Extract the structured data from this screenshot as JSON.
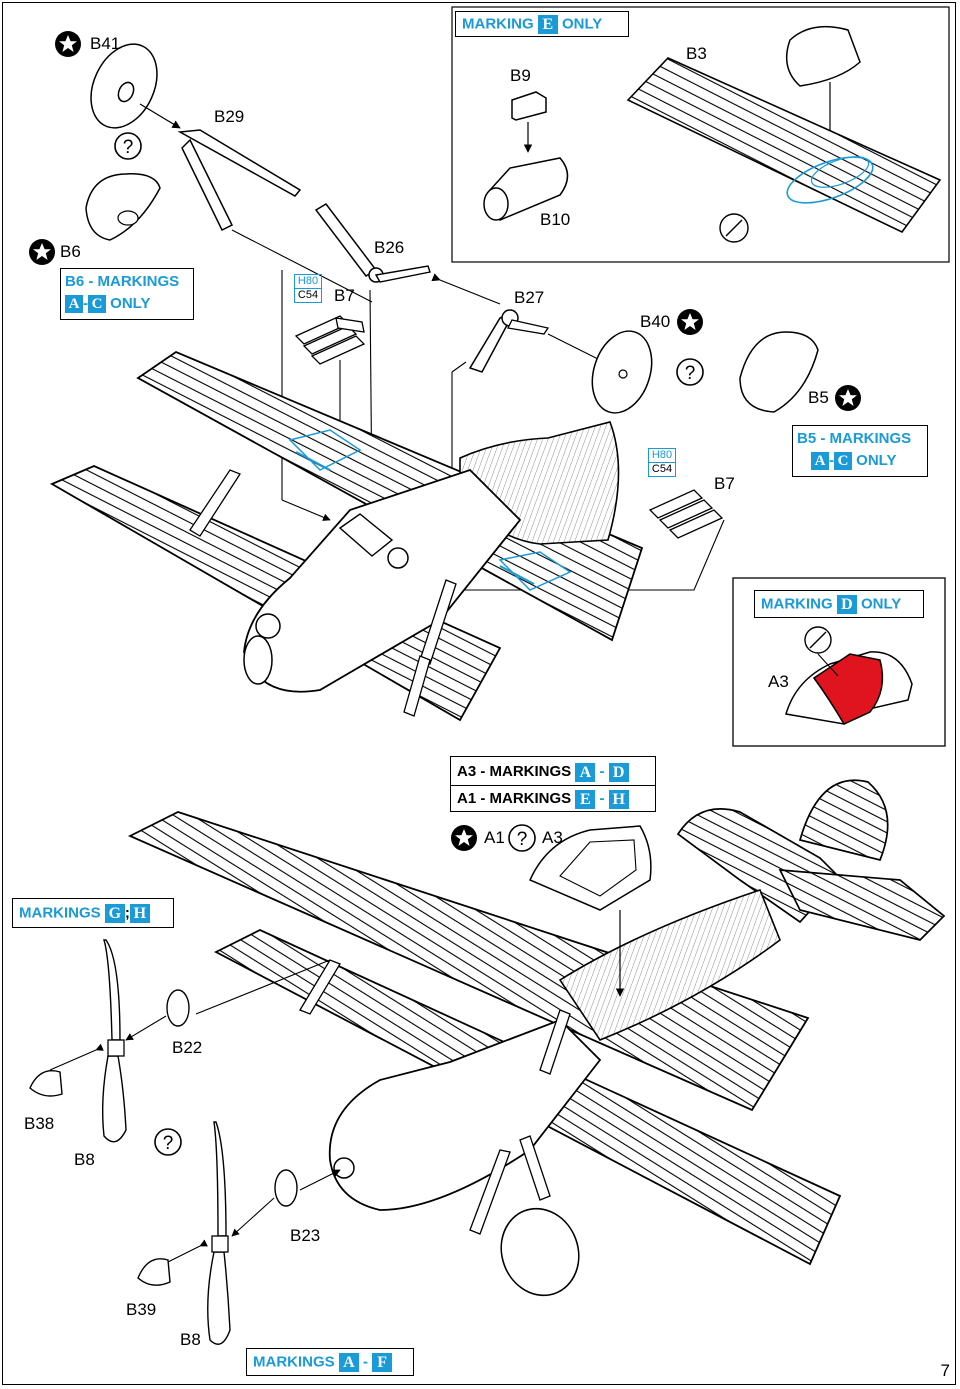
{
  "page_number": "7",
  "parts": {
    "b41": "B41",
    "b29": "B29",
    "b26": "B26",
    "b7a": "B7",
    "b27": "B27",
    "b9": "B9",
    "b10": "B10",
    "b3": "B3",
    "b40": "B40",
    "b5": "B5",
    "b7b": "B7",
    "b6": "B6",
    "a3_top": "A3",
    "a1": "A1",
    "a3_mid": "A3",
    "b22": "B22",
    "b38": "B38",
    "b8a": "B8",
    "b23": "B23",
    "b39": "B39",
    "b8b": "B8"
  },
  "codes": {
    "h80": "H80",
    "c54": "C54"
  },
  "notes": {
    "marking_e": {
      "pre": "MARKING",
      "letter": "E",
      "post": "ONLY"
    },
    "b6_markings": {
      "pre": "B6 - MARKINGS",
      "a": "A",
      "dash": "-",
      "c": "C",
      "post": "ONLY"
    },
    "b5_markings": {
      "pre": "B5 - MARKINGS",
      "a": "A",
      "dash": "-",
      "c": "C",
      "post": "ONLY"
    },
    "marking_d": {
      "pre": "MARKING",
      "letter": "D",
      "post": "ONLY"
    },
    "a3_markings": {
      "pre": "A3 - MARKINGS",
      "a": "A",
      "dash": "-",
      "b": "D"
    },
    "a1_markings": {
      "pre": "A1 - MARKINGS",
      "a": "E",
      "dash": "-",
      "b": "H"
    },
    "markings_gh": {
      "pre": "MARKINGS",
      "a": "G",
      "sep": ";",
      "b": "H"
    },
    "markings_af": {
      "pre": "MARKINGS",
      "a": "A",
      "dash": "-",
      "b": "F"
    }
  },
  "symbols": {
    "star_icon": "star-roundel-icon",
    "question_icon": "question-mark-icon"
  },
  "colors": {
    "accent": "#1a9ad7",
    "highlight": "#e0141e",
    "ink": "#000000"
  }
}
